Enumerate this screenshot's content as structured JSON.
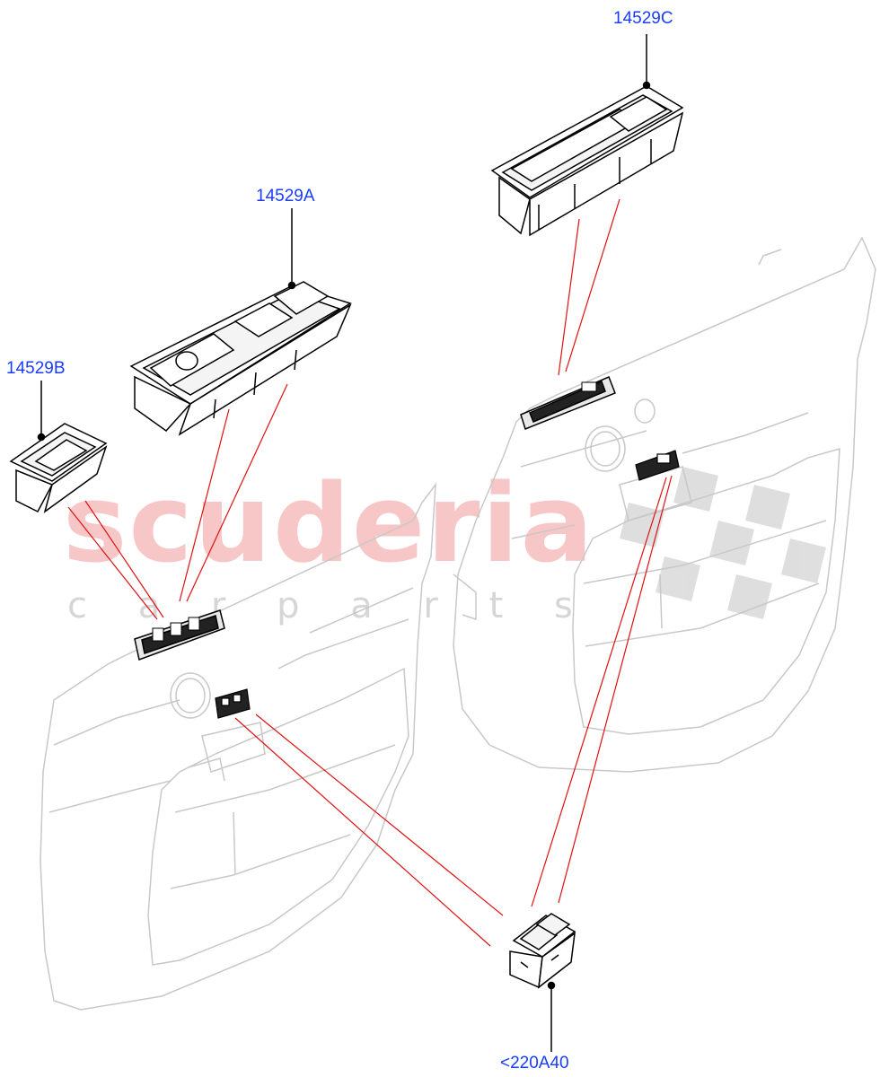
{
  "watermark": {
    "main": "scuderia",
    "sub": "c a r   p a r t s",
    "main_color": "#f7c6c6",
    "sub_color": "#d6d6d6",
    "flag_color": "#d9d9d9"
  },
  "callouts": [
    {
      "id": "14529C",
      "label": "14529C"
    },
    {
      "id": "14529A",
      "label": "14529A"
    },
    {
      "id": "14529B",
      "label": "14529B"
    },
    {
      "id": "220A40",
      "label": "<220A40"
    }
  ],
  "colors": {
    "label": "#1a3cff",
    "leader": "#e01010",
    "outline": "#000000",
    "door_outline": "#c8c8c8"
  }
}
